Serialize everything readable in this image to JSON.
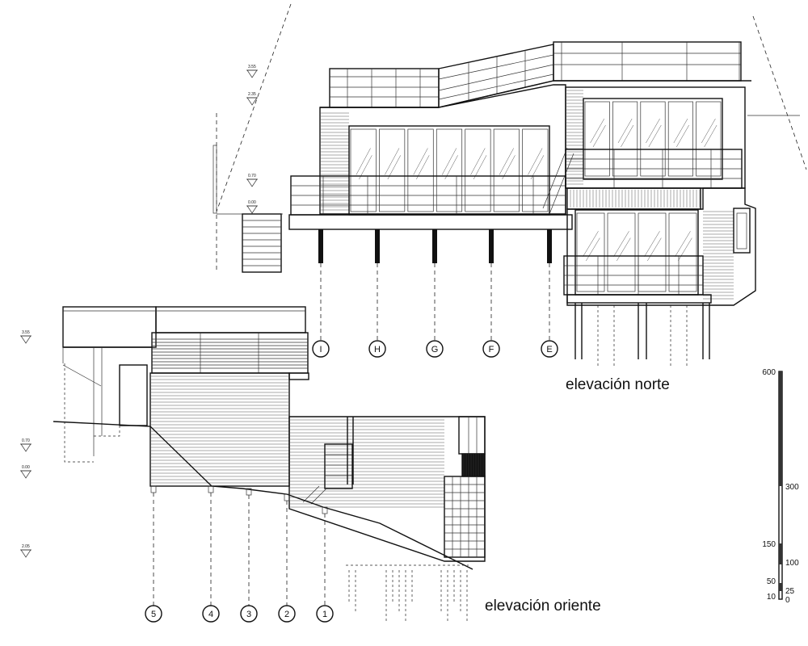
{
  "titles": {
    "north": "elevación norte",
    "east": "elevación oriente"
  },
  "north_axes": [
    "I",
    "H",
    "G",
    "F",
    "E"
  ],
  "east_axes": [
    "5",
    "4",
    "3",
    "2",
    "1"
  ],
  "scale_bar": {
    "labels": [
      "600",
      "300",
      "150",
      "100",
      "50",
      "25",
      "10",
      "0"
    ]
  },
  "level_marks": {
    "north": [
      "3.55",
      "2.35",
      "0.70",
      "0.00"
    ],
    "east": [
      "3.55",
      "0.70",
      "0.00",
      "2.05"
    ]
  }
}
